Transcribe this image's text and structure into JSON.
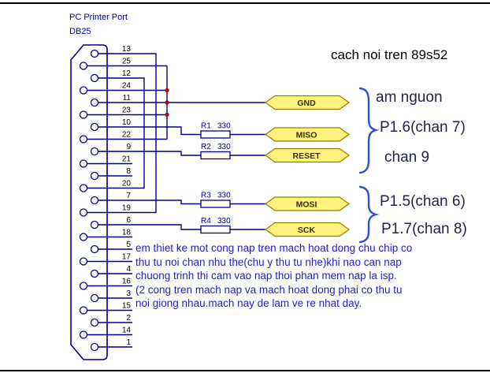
{
  "header": {
    "port_label": "PC Printer Port",
    "connector_label": "DB25"
  },
  "connector": {
    "pins": [
      "13",
      "25",
      "12",
      "24",
      "11",
      "23",
      "10",
      "22",
      "9",
      "21",
      "8",
      "20",
      "7",
      "19",
      "6",
      "18",
      "5",
      "17",
      "4",
      "16",
      "3",
      "15",
      "2",
      "14",
      "1"
    ]
  },
  "nets": [
    {
      "label": "GND"
    },
    {
      "label": "MISO",
      "resistor_ref": "R1",
      "resistor_value": "330"
    },
    {
      "label": "RESET",
      "resistor_ref": "R2",
      "resistor_value": "330"
    },
    {
      "label": "MOSI",
      "resistor_ref": "R3",
      "resistor_value": "330"
    },
    {
      "label": "SCK",
      "resistor_ref": "R4",
      "resistor_value": "330"
    }
  ],
  "annotations": {
    "title": "cach noi tren 89s52",
    "ground": "am nguon",
    "p16": "P1.6(chan 7)",
    "chan9": "chan 9",
    "p15": "P1.5(chan 6)",
    "p17": "P1.7(chan 8)"
  },
  "note": "em thiet ke mot cong nap tren mach hoat dong chu chip co\nthu tu noi chan nhu the(chu y thu tu nhe)khi nao can nap\nchuong trinh thi cam vao nap thoi phan mem nap la isp.\n(2 cong tren mach nap va mach hoat dong phai co thu tu\nnoi giong nhau.mach nay de lam ve re nhat day.",
  "colors": {
    "wire": "#00008B",
    "flag_fill": "#FFF27D",
    "flag_stroke": "#9A7D00",
    "flag_text": "#3A3000",
    "junction": "#C00000",
    "brace": "#2B4FD8",
    "note_text": "#2121CF",
    "annotation_text": "#23234F",
    "header_text": "#0000A0",
    "title_text": "#000000",
    "border_line": "#000000"
  }
}
